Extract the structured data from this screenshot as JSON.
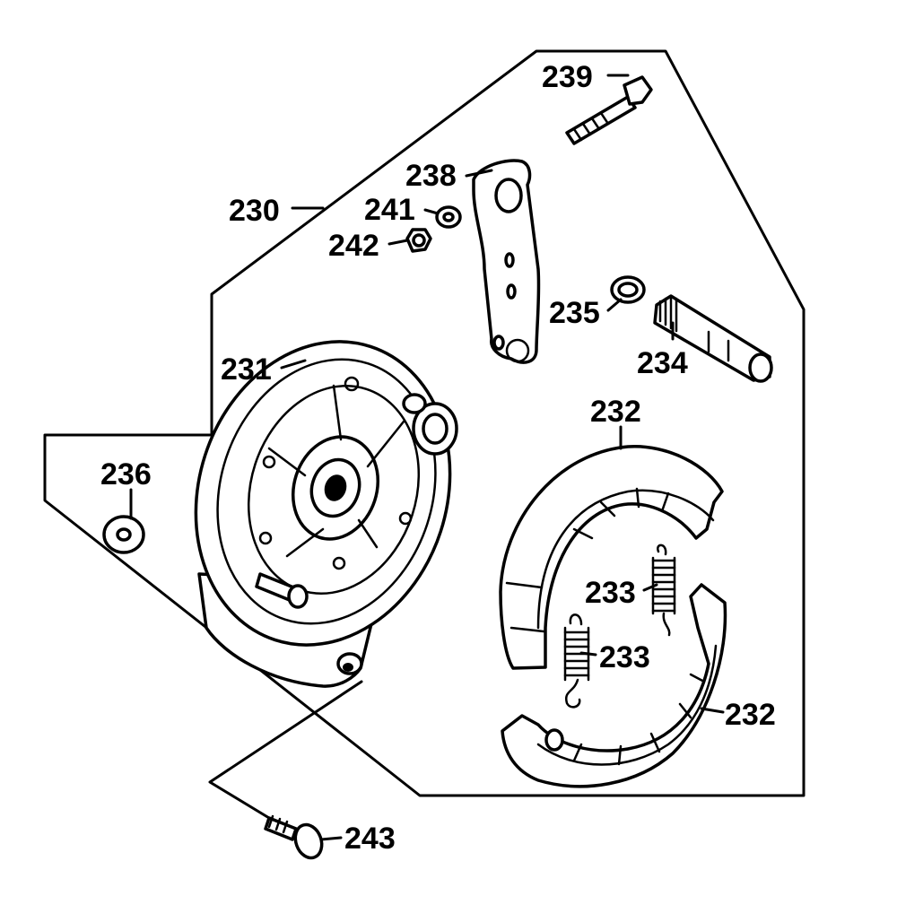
{
  "diagram": {
    "colors": {
      "line": "#000000",
      "background": "#ffffff"
    },
    "labels": {
      "230": "230",
      "231": "231",
      "232a": "232",
      "232b": "232",
      "233a": "233",
      "233b": "233",
      "234": "234",
      "235": "235",
      "236": "236",
      "238": "238",
      "239": "239",
      "241": "241",
      "242": "242",
      "243": "243"
    }
  }
}
